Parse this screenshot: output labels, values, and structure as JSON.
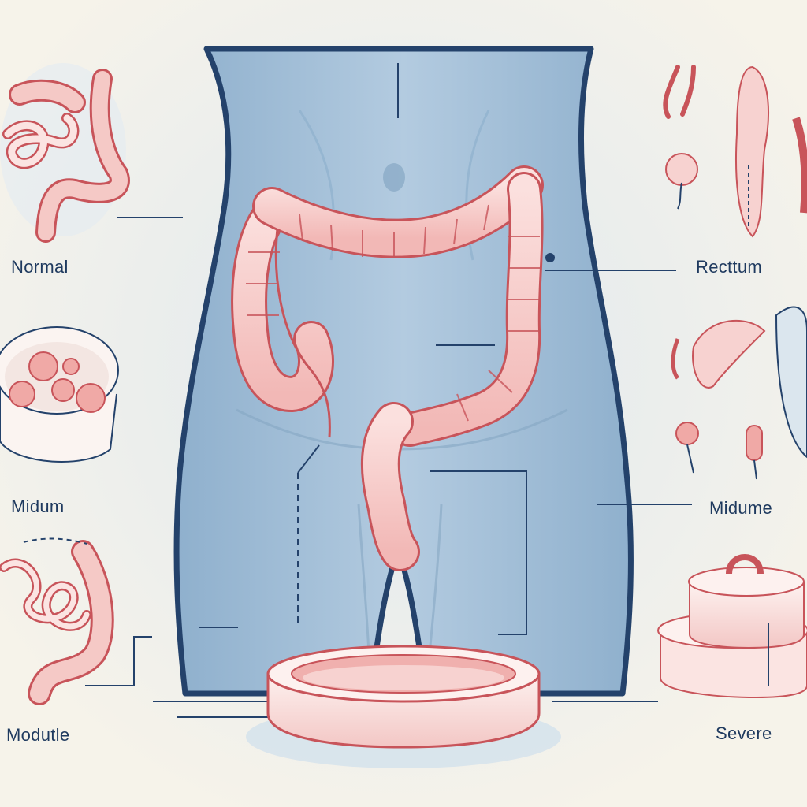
{
  "labels": {
    "normal": "Normal",
    "midum": "Midum",
    "modutle": "Modutle",
    "rectum": "Recttum",
    "midume": "Midume",
    "severe": "Severe"
  },
  "colors": {
    "background": "#f6f3ea",
    "body": "#a9c3da",
    "body_outline": "#24426b",
    "tissue": "#f4c6c4",
    "tissue_outline": "#c8545a",
    "label_text": "#1f3a5f"
  }
}
